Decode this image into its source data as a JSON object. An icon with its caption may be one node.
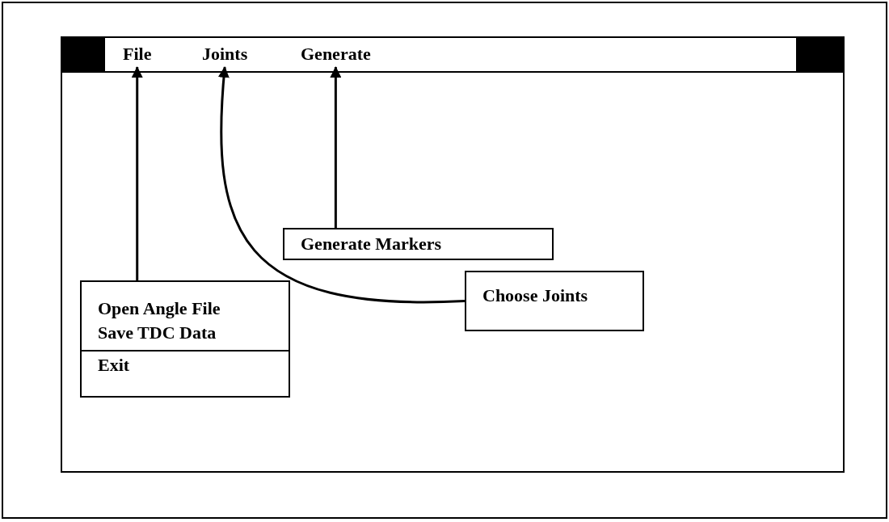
{
  "diagram": {
    "nodes": [
      {
        "text": [],
        "shape": "box"
      },
      {
        "text": [
          "File"
        ],
        "in": 0
      },
      {
        "text": [
          "Joints"
        ],
        "in": 0
      },
      {
        "text": [
          "Generate"
        ],
        "in": 0
      },
      {
        "text": [
          "Generate Markers"
        ],
        "in": 0
      },
      {
        "text": [
          "Choose Joints"
        ],
        "in": 0
      },
      {
        "text": [
          "Open Angle File",
          "Save TDC Data",
          "Exit"
        ],
        "in": 0
      }
    ],
    "edges": [
      {
        "from": 6,
        "to": 1,
        "arrow": "to"
      },
      {
        "from": 5,
        "to": 2,
        "arrow": "to"
      },
      {
        "from": 4,
        "to": 3,
        "arrow": "to"
      }
    ]
  }
}
